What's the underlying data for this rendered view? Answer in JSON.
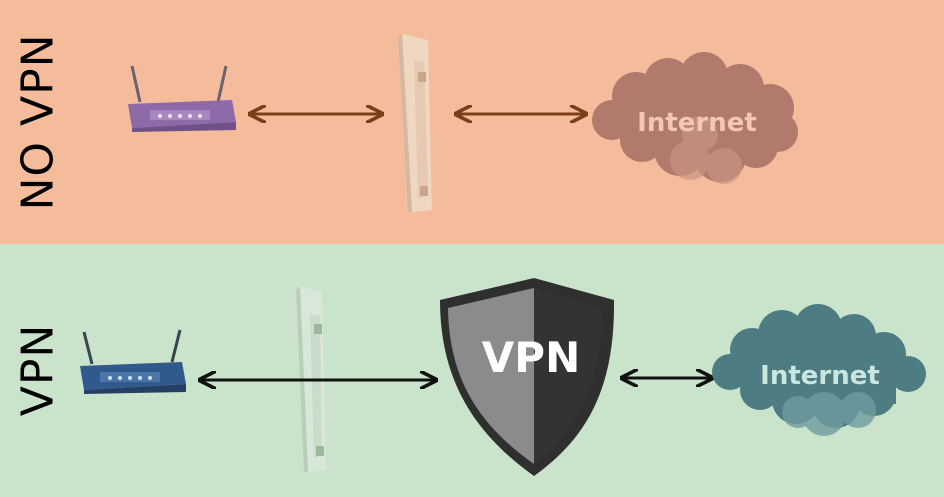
{
  "top": {
    "label": "NO VPN",
    "cloud_text": "Internet",
    "colors": {
      "background": "#f5bc9b",
      "arrow": "#7a3e19",
      "cloud": "#b07a6c",
      "cloud_text": "#f2c8b2"
    }
  },
  "bottom": {
    "label": "VPN",
    "cloud_text": "Internet",
    "shield_text": "VPN",
    "colors": {
      "background": "#cae4cb",
      "arrow": "#111111",
      "cloud": "#4d7d83",
      "cloud_text": "#c9e6df",
      "shield_left": "#8b8b8b",
      "shield_right": "#333333"
    }
  },
  "icons": [
    "router-icon",
    "server-icon",
    "cloud-icon",
    "vpn-shield-icon",
    "double-arrow-icon"
  ]
}
